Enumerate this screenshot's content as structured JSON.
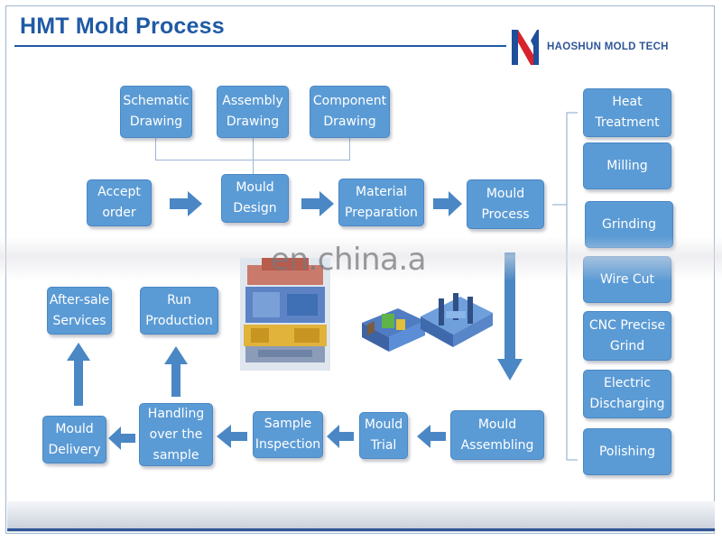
{
  "title": "HMT Mold Process",
  "brand": {
    "name": "HAOSHUN MOLD TECH"
  },
  "watermark": "en.china.a",
  "colors": {
    "box_fill": "#5b9bd5",
    "box_border": "#4a87c4",
    "title_blue": "#1f5aa5",
    "arrow": "#4a87c4",
    "connector": "#9ab6d6"
  },
  "boxes": {
    "schematic": "Schematic\nDrawing",
    "assembly": "Assembly\nDrawing",
    "component": "Component\nDrawing",
    "accept": "Accept\norder",
    "mould_design": "Mould\nDesign",
    "material": "Material\nPreparation",
    "mould_process": "Mould\nProcess",
    "heat": "Heat\nTreatment",
    "milling": "Milling",
    "grinding": "Grinding",
    "wire": "Wire Cut",
    "cnc": "CNC Precise\nGrind",
    "edm": "Electric\nDischarging",
    "polishing": "Polishing",
    "assembling": "Mould\nAssembling",
    "trial": "Mould\nTrial",
    "inspection": "Sample\nInspection",
    "handling": "Handling\nover the\nsample",
    "delivery": "Mould\nDelivery",
    "run": "Run\nProduction",
    "aftersale": "After-sale\nServices"
  }
}
